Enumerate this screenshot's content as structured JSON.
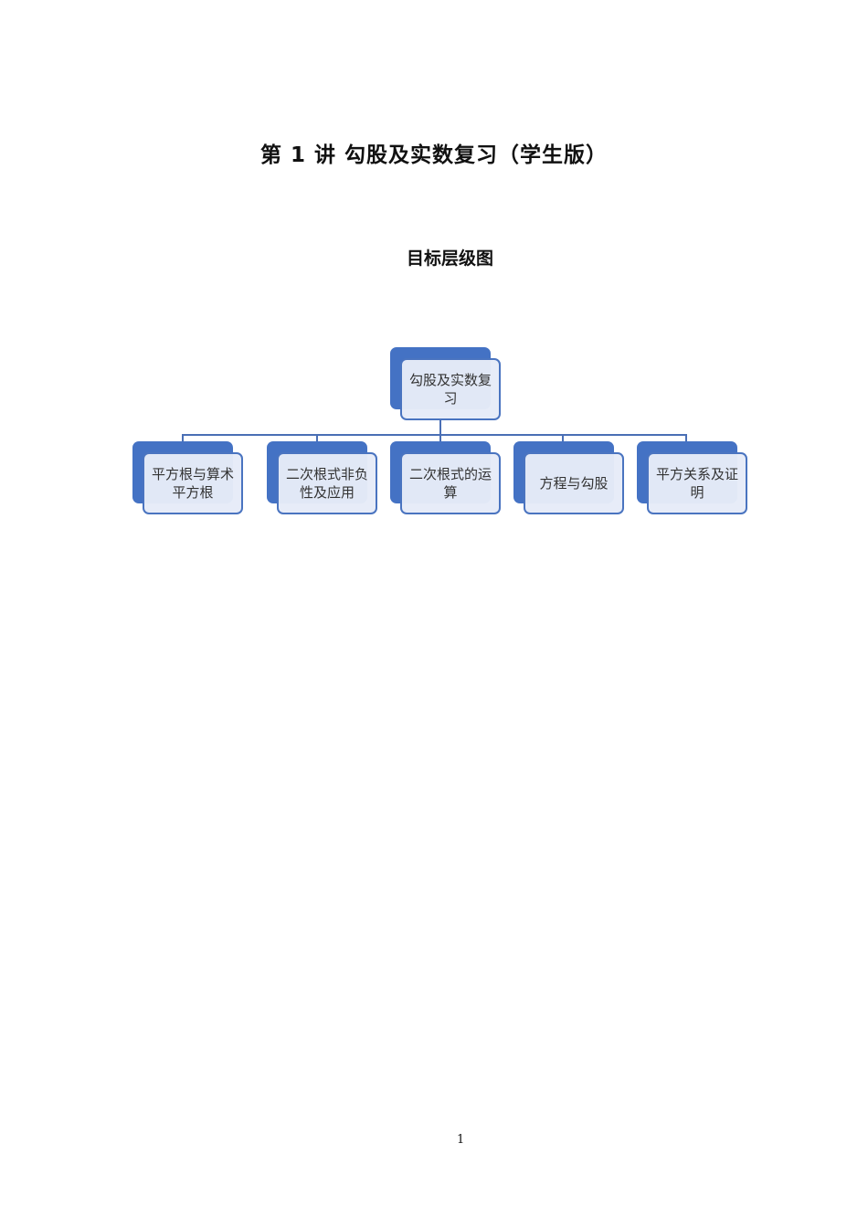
{
  "document": {
    "title": "第 1 讲  勾股及实数复习（学生版）",
    "section_heading": "目标层级图",
    "page_number": "1"
  },
  "diagram": {
    "root": {
      "label": "勾股及实数复习"
    },
    "children": [
      {
        "label": "平方根与算术平方根"
      },
      {
        "label": "二次根式非负性及应用"
      },
      {
        "label": "二次根式的运算"
      },
      {
        "label": "方程与勾股"
      },
      {
        "label": "平方关系及证明"
      }
    ],
    "colors": {
      "box_fill": "#4472c4",
      "box_border": "#4a74c0",
      "panel_fill": "#e6ebf8",
      "connector": "#4a6fb5"
    }
  }
}
